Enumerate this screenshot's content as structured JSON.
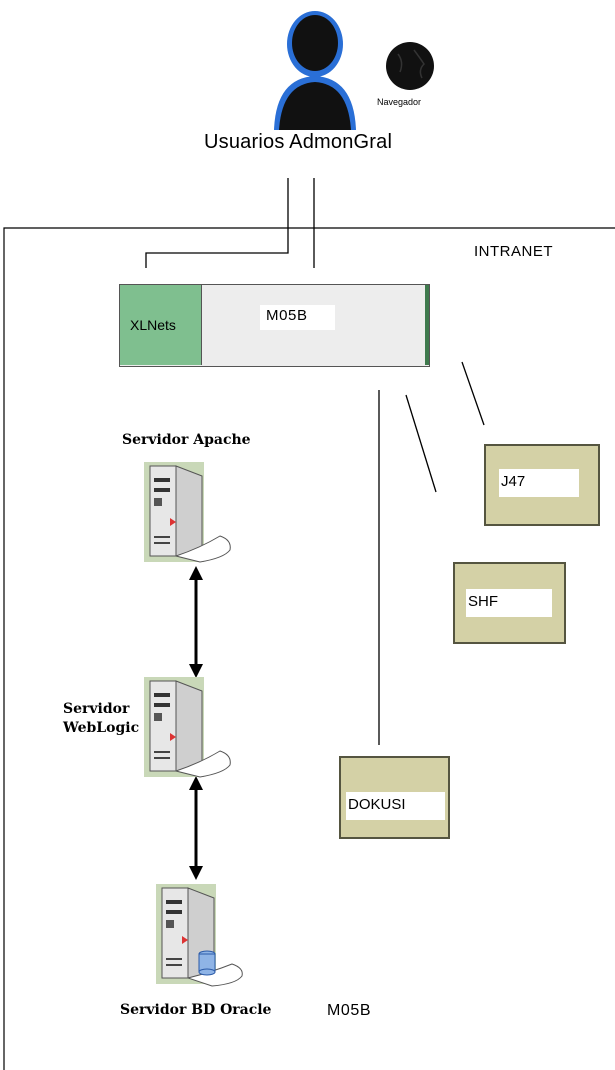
{
  "users": {
    "label": "Usuarios AdmonGral",
    "navigator_label": "Navegador"
  },
  "zone": {
    "label": "INTRANET"
  },
  "app_bar": {
    "xlnets_label": "XLNets",
    "app_label": "M05B"
  },
  "servers": {
    "apache": "Servidor Apache",
    "weblogic": [
      "Servidor",
      "WebLogic"
    ],
    "oracle": "Servidor BD Oracle",
    "oracle_suffix": "M05B"
  },
  "systems": {
    "j47": "J47",
    "shf": "SHF",
    "dokusi": "DOKUSI"
  },
  "colors": {
    "xlnets_green": "#7fbf8f",
    "app_gray": "#ededed",
    "system_olive": "#d4d1a6",
    "user_blue": "#2a6fd6"
  }
}
